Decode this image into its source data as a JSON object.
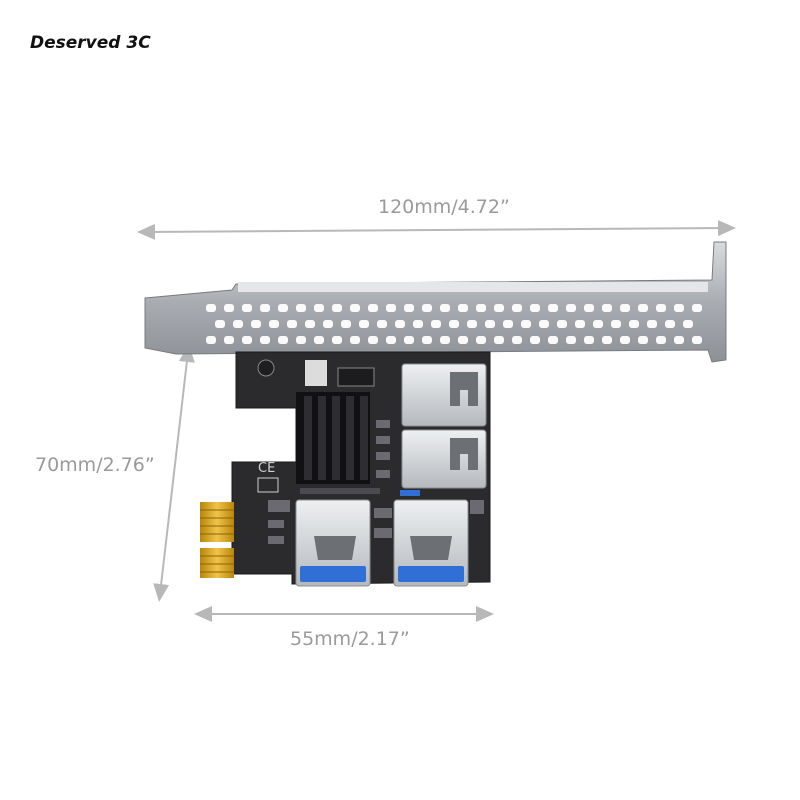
{
  "brand": {
    "name": "Deserved 3C"
  },
  "dimensions": {
    "width": "120mm/4.72”",
    "height": "70mm/2.76”",
    "depth": "55mm/2.17”"
  },
  "product": {
    "usb_ports": 4,
    "colors": {
      "bracket": "#b9bcc0",
      "pcb": "#2b2b2e",
      "usb_blue": "#2f6fd6",
      "gold": "#d4a017",
      "dimension_line": "#b8b8b8"
    }
  }
}
